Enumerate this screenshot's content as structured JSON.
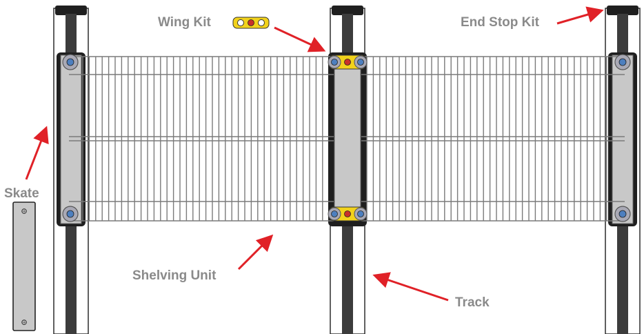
{
  "labels": {
    "wing_kit": "Wing Kit",
    "end_stop_kit": "End Stop Kit",
    "skate": "Skate",
    "shelving_unit": "Shelving Unit",
    "track": "Track"
  },
  "colors": {
    "label_text": "#8a8a8a",
    "arrow": "#e02127",
    "track": "#3c3c3c",
    "post_outline": "#2a2a2a",
    "skate_fill": "#c8c8c8",
    "wire": "#7a7a7a",
    "wing_kit": "#f2d21b",
    "bolt_blue": "#4d7fbf"
  }
}
